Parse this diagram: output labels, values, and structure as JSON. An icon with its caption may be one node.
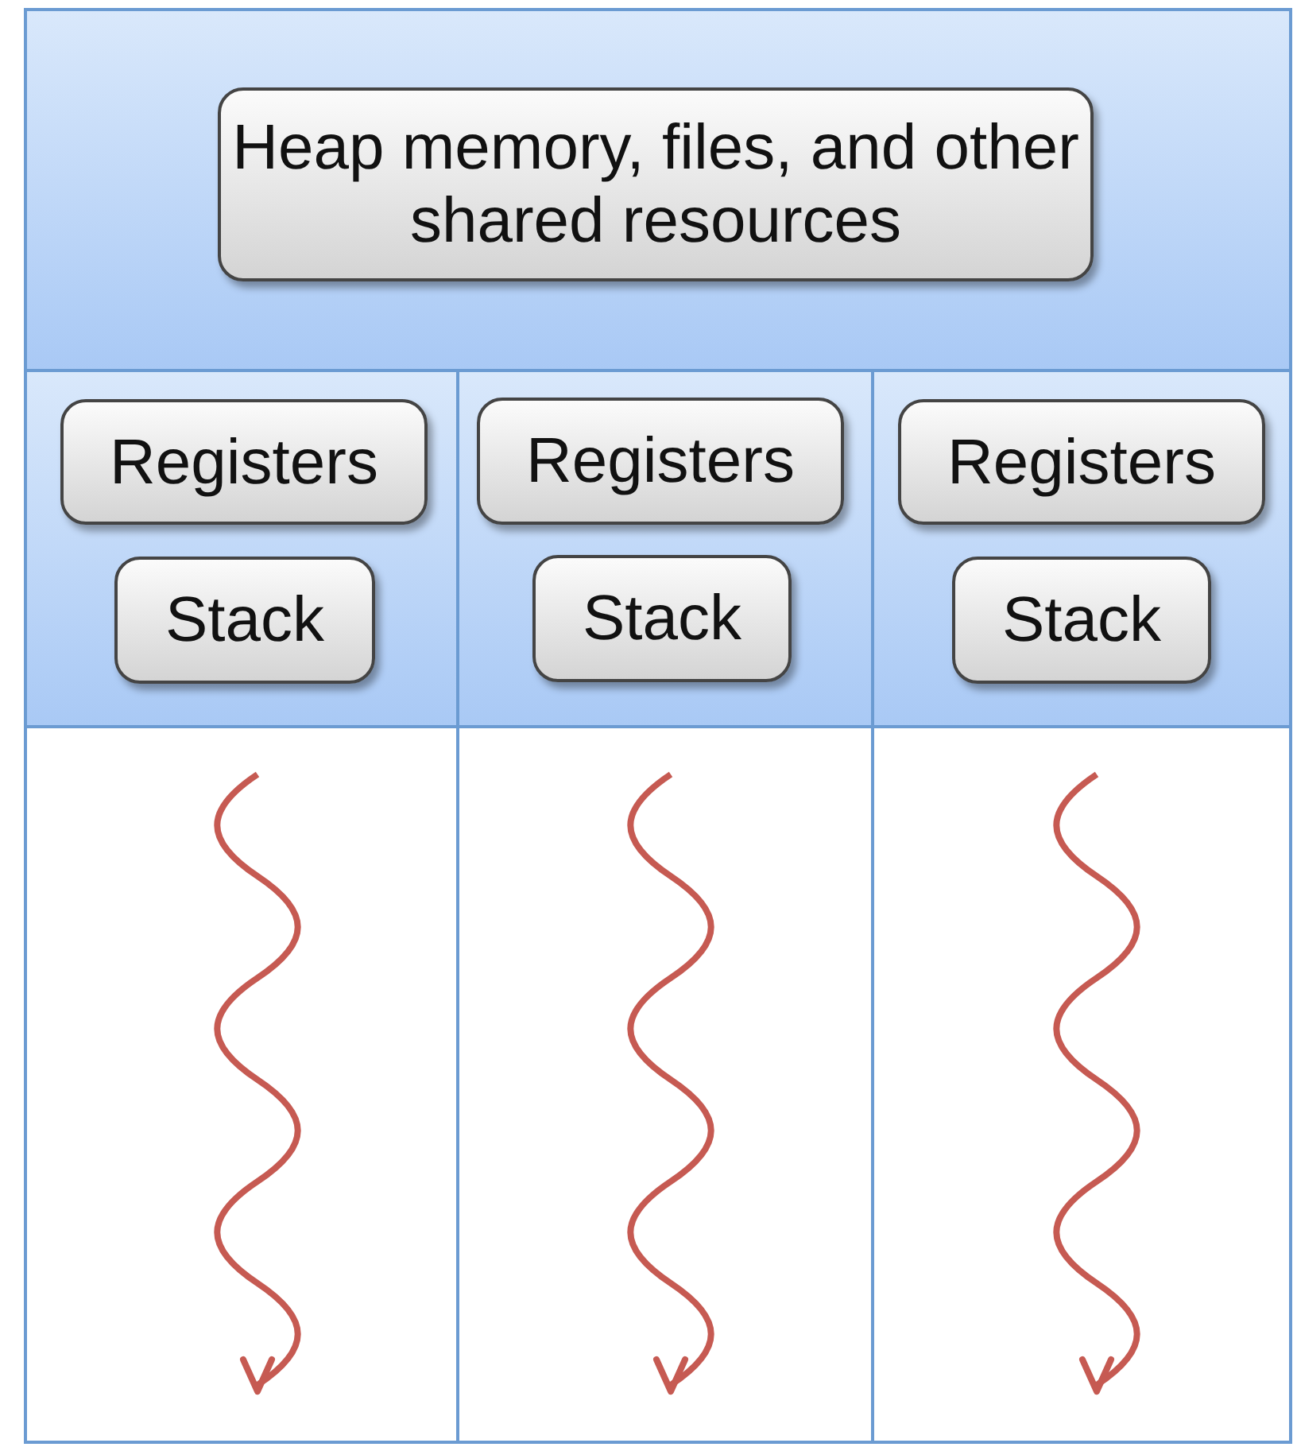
{
  "diagram": {
    "nodes": [
      {
        "text": [
          "Heap memory, files, and other shared resources"
        ]
      },
      {
        "text": [
          "Registers"
        ]
      },
      {
        "text": [
          "Stack"
        ]
      },
      {
        "text": [
          "Registers"
        ]
      },
      {
        "text": [
          "Stack"
        ]
      },
      {
        "text": [
          "Registers"
        ]
      },
      {
        "text": [
          "Stack"
        ]
      }
    ]
  }
}
